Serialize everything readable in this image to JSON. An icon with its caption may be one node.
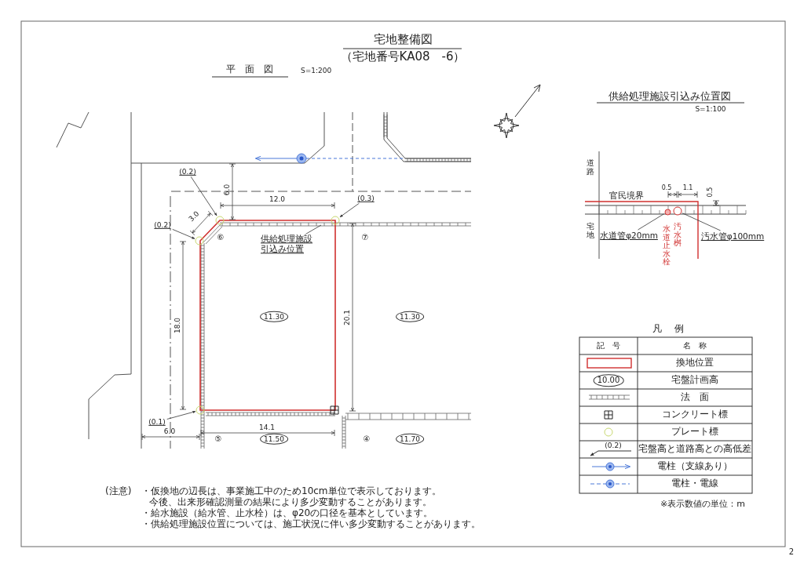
{
  "diagram": {
    "title": "宅地整備図",
    "nodes": [
      {
        "text": [
          "(0.2)"
        ]
      },
      {
        "text": [
          "(0.2)"
        ]
      },
      {
        "text": [
          "(0.3)"
        ]
      },
      {
        "text": [
          "供給処理施設引込み位置"
        ]
      },
      {
        "text": [
          "11.30"
        ]
      },
      {
        "text": [
          "11.30"
        ]
      },
      {
        "text": [
          "(0.1)"
        ]
      },
      {
        "text": [
          "11.50"
        ]
      },
      {
        "text": [
          "11.70"
        ]
      },
      {
        "text": [
          "水道管φ20mm"
        ]
      },
      {
        "text": [
          "汚水管φ100mm"
        ]
      },
      {
        "text": [
          "10.00"
        ]
      },
      {
        "text": [],
        "shape": "circle"
      },
      {
        "text": [],
        "shape": "circle"
      },
      {
        "text": [],
        "shape": "circle"
      },
      {
        "text": [],
        "shape": "circle"
      },
      {
        "text": [],
        "shape": "circle"
      },
      {
        "text": [],
        "shape": "circle"
      }
    ],
    "edges": [
      {
        "from": 0,
        "to": 12,
        "arrow": "to"
      },
      {
        "from": 1,
        "to": 13,
        "arrow": "to"
      },
      {
        "from": 2,
        "to": 14,
        "arrow": "to"
      },
      {
        "from": 3,
        "to": null,
        "arrow": "none"
      },
      {
        "from": 6,
        "to": 15,
        "arrow": "to"
      },
      {
        "from": 9,
        "to": 16,
        "arrow": "none"
      },
      {
        "from": 10,
        "to": 17,
        "arrow": "none"
      }
    ],
    "labels": [
      "（宅地番号KA08　-6）",
      "平　面　図",
      "S=1:200",
      "供給処理施設引込み位置図",
      "S=1:100",
      "6.0",
      "12.0",
      "3.0",
      "⑥",
      "⑦",
      "18.0",
      "20.1",
      "14.1",
      "6.0",
      "⑤",
      "④",
      "道路",
      "官民境界",
      "0.5",
      "1.1",
      "0.5",
      "宅地",
      "水道止水栓",
      "汚水桝",
      "凡　例",
      "記　号",
      "名　称",
      "(0.2)",
      "※表示数値の単位：m",
      "(注意)",
      "・仮換地の辺長は、事業施工中のため10cm単位で表示しております。",
      "今後、出来形確認測量の結果により多少変動することがあります。",
      "・給水施設（給水管、止水栓）は、φ20の口径を基本としています。",
      "・供給処理施設位置については、施工状況に伴い多少変動することがあります。",
      "2"
    ],
    "legend": [
      {
        "text": "換地位置"
      },
      {
        "text": "宅盤計画高"
      },
      {
        "text": "法　面"
      },
      {
        "text": "コンクリート標"
      },
      {
        "text": "プレート標"
      },
      {
        "text": "宅盤高と道路高との高低差"
      },
      {
        "text": "電柱（支線あり）"
      },
      {
        "text": "電柱・電線"
      }
    ]
  }
}
